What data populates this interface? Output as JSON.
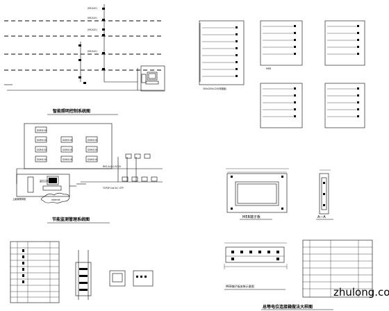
{
  "titles": {
    "lighting": "智能照明控制系统图",
    "energy": "节能监测管理系统图",
    "bottom_right": "总等电位连接箱做法大样图"
  },
  "lighting": {
    "node_labels": [
      "(MCA10)",
      "(MCA10)",
      "(MCA10)",
      "(MCA10)"
    ]
  },
  "meb_boxes": {
    "caption_top_left": "300x200x120(锌钢板)",
    "caption_label": "MEB"
  },
  "energy": {
    "meters": [
      "DDM100",
      "DDM100",
      "DDM100",
      "DDM100",
      "DDM100",
      "DDM100",
      "DDM100",
      "DDM100",
      "DDM100",
      "DDM100"
    ],
    "bus_label": "RVS-2x1.0-SC20",
    "net_label": "TCP/IP,Cat.5e, UTP",
    "pc_label": "监控主机",
    "left_label": "上级管理网络",
    "cloud_label": "Internet"
  },
  "meb_detail": {
    "front_label": "MEB端子板",
    "section_label": "A—A",
    "bottom_label": "MEB端子板安装示意图"
  },
  "watermark": "zhulong.com"
}
